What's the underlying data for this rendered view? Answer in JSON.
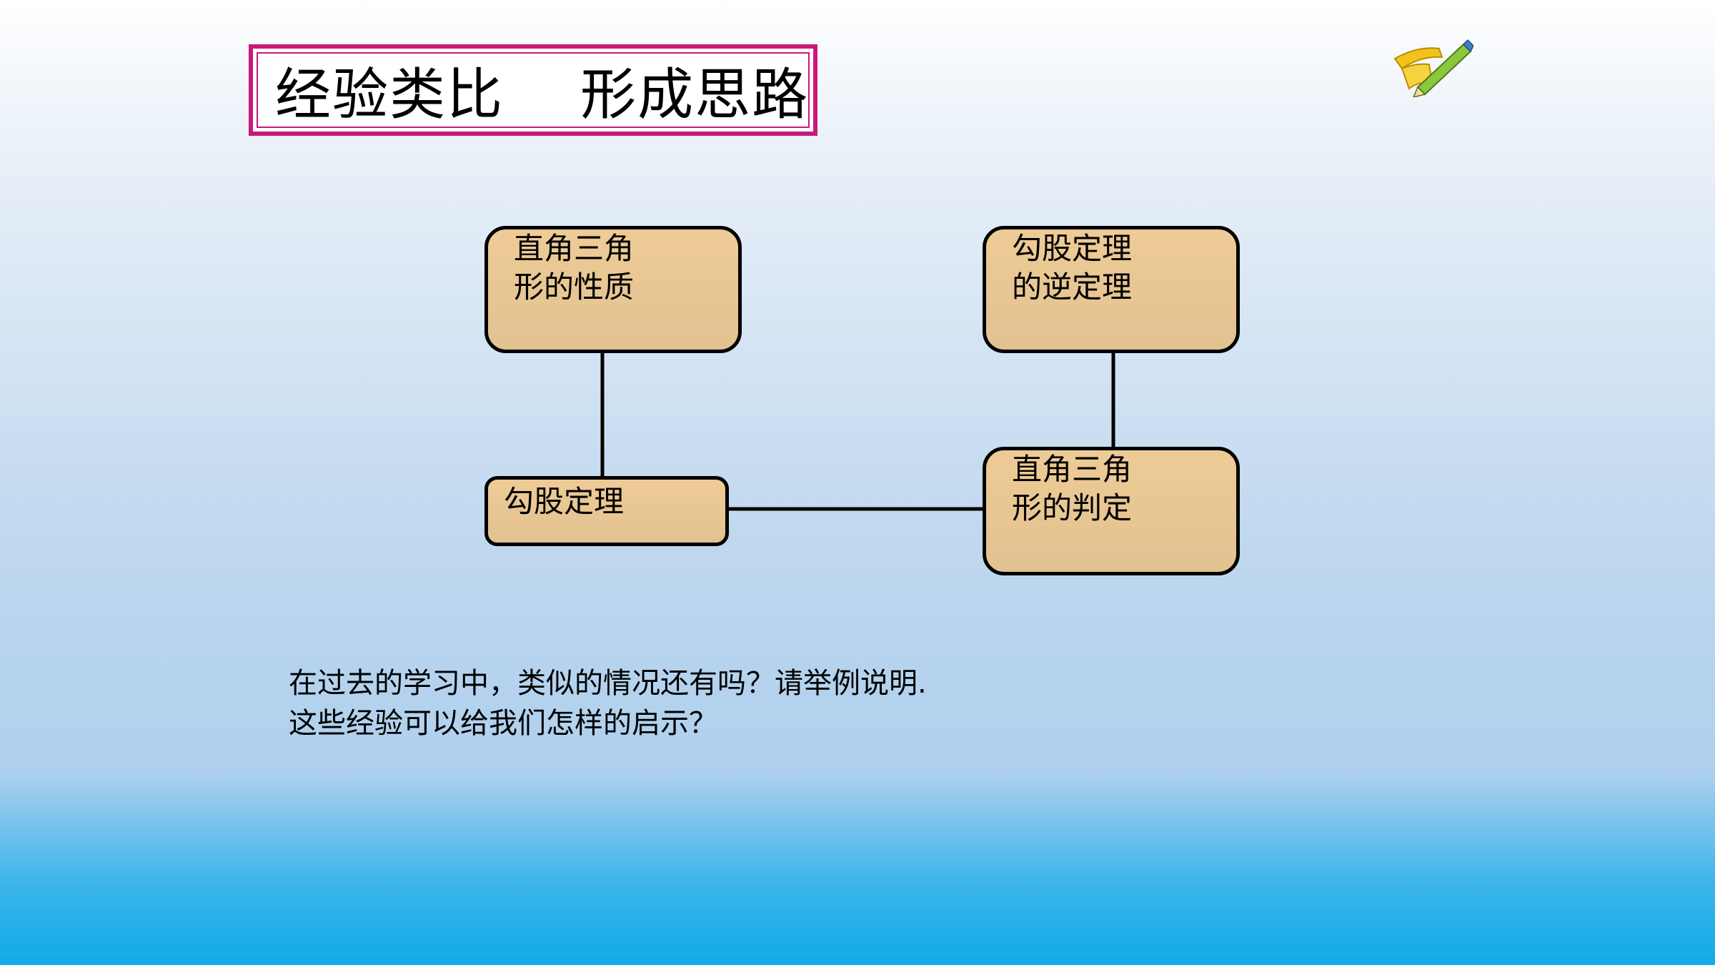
{
  "title": "经验类比    形成思路",
  "nodes": {
    "right_triangle_properties": "直角三角\n形的性质",
    "pythagorean_converse": "勾股定理\n的逆定理",
    "pythagorean_theorem": "勾股定理",
    "right_triangle_criteria": "直角三角\n形的判定"
  },
  "question": {
    "line1": "在过去的学习中，类似的情况还有吗？请举例说明.",
    "line2": "这些经验可以给我们怎样的启示？"
  },
  "colors": {
    "node_fill": "#eecb96",
    "title_border": "#c8197a"
  },
  "icons": {
    "logo": "ruler-pencil-icon"
  }
}
